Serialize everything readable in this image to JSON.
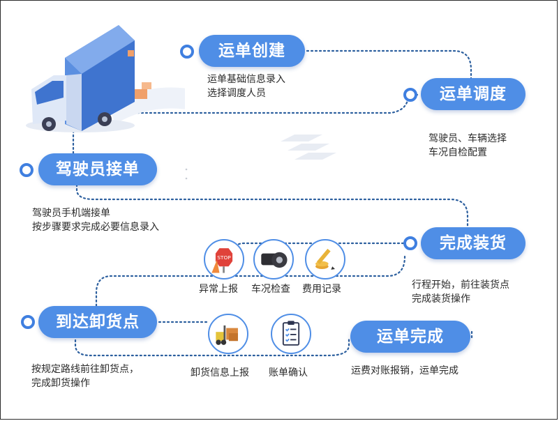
{
  "steps": [
    {
      "title": "运单创建",
      "lines": [
        "运单基础信息录入",
        "选择调度人员"
      ]
    },
    {
      "title": "运单调度",
      "lines": [
        "驾驶员、车辆选择",
        "车况自检配置"
      ]
    },
    {
      "title": "驾驶员接单",
      "lines": [
        "驾驶员手机端接单",
        "按步骤要求完成必要信息录入"
      ]
    },
    {
      "title": "完成装货",
      "lines": [
        "行程开始，前往装货点",
        "完成装货操作"
      ]
    },
    {
      "title": "到达卸货点",
      "lines": [
        "按规定路线前往卸货点，",
        "完成卸货操作"
      ]
    },
    {
      "title": "运单完成",
      "lines": [
        "运费对账报销，运单完成"
      ]
    }
  ],
  "loading_actions": [
    {
      "label": "异常上报",
      "icon": "stop-sign-icon"
    },
    {
      "label": "车况检查",
      "icon": "tire-icon"
    },
    {
      "label": "费用记录",
      "icon": "pen-coins-icon"
    }
  ],
  "unloading_actions": [
    {
      "label": "卸货信息上报",
      "icon": "forklift-icon"
    },
    {
      "label": "账单确认",
      "icon": "clipboard-icon"
    }
  ],
  "colors": {
    "accent": "#4f8ee6",
    "ring": "#3f7fe0",
    "route": "#2c5f9e"
  }
}
